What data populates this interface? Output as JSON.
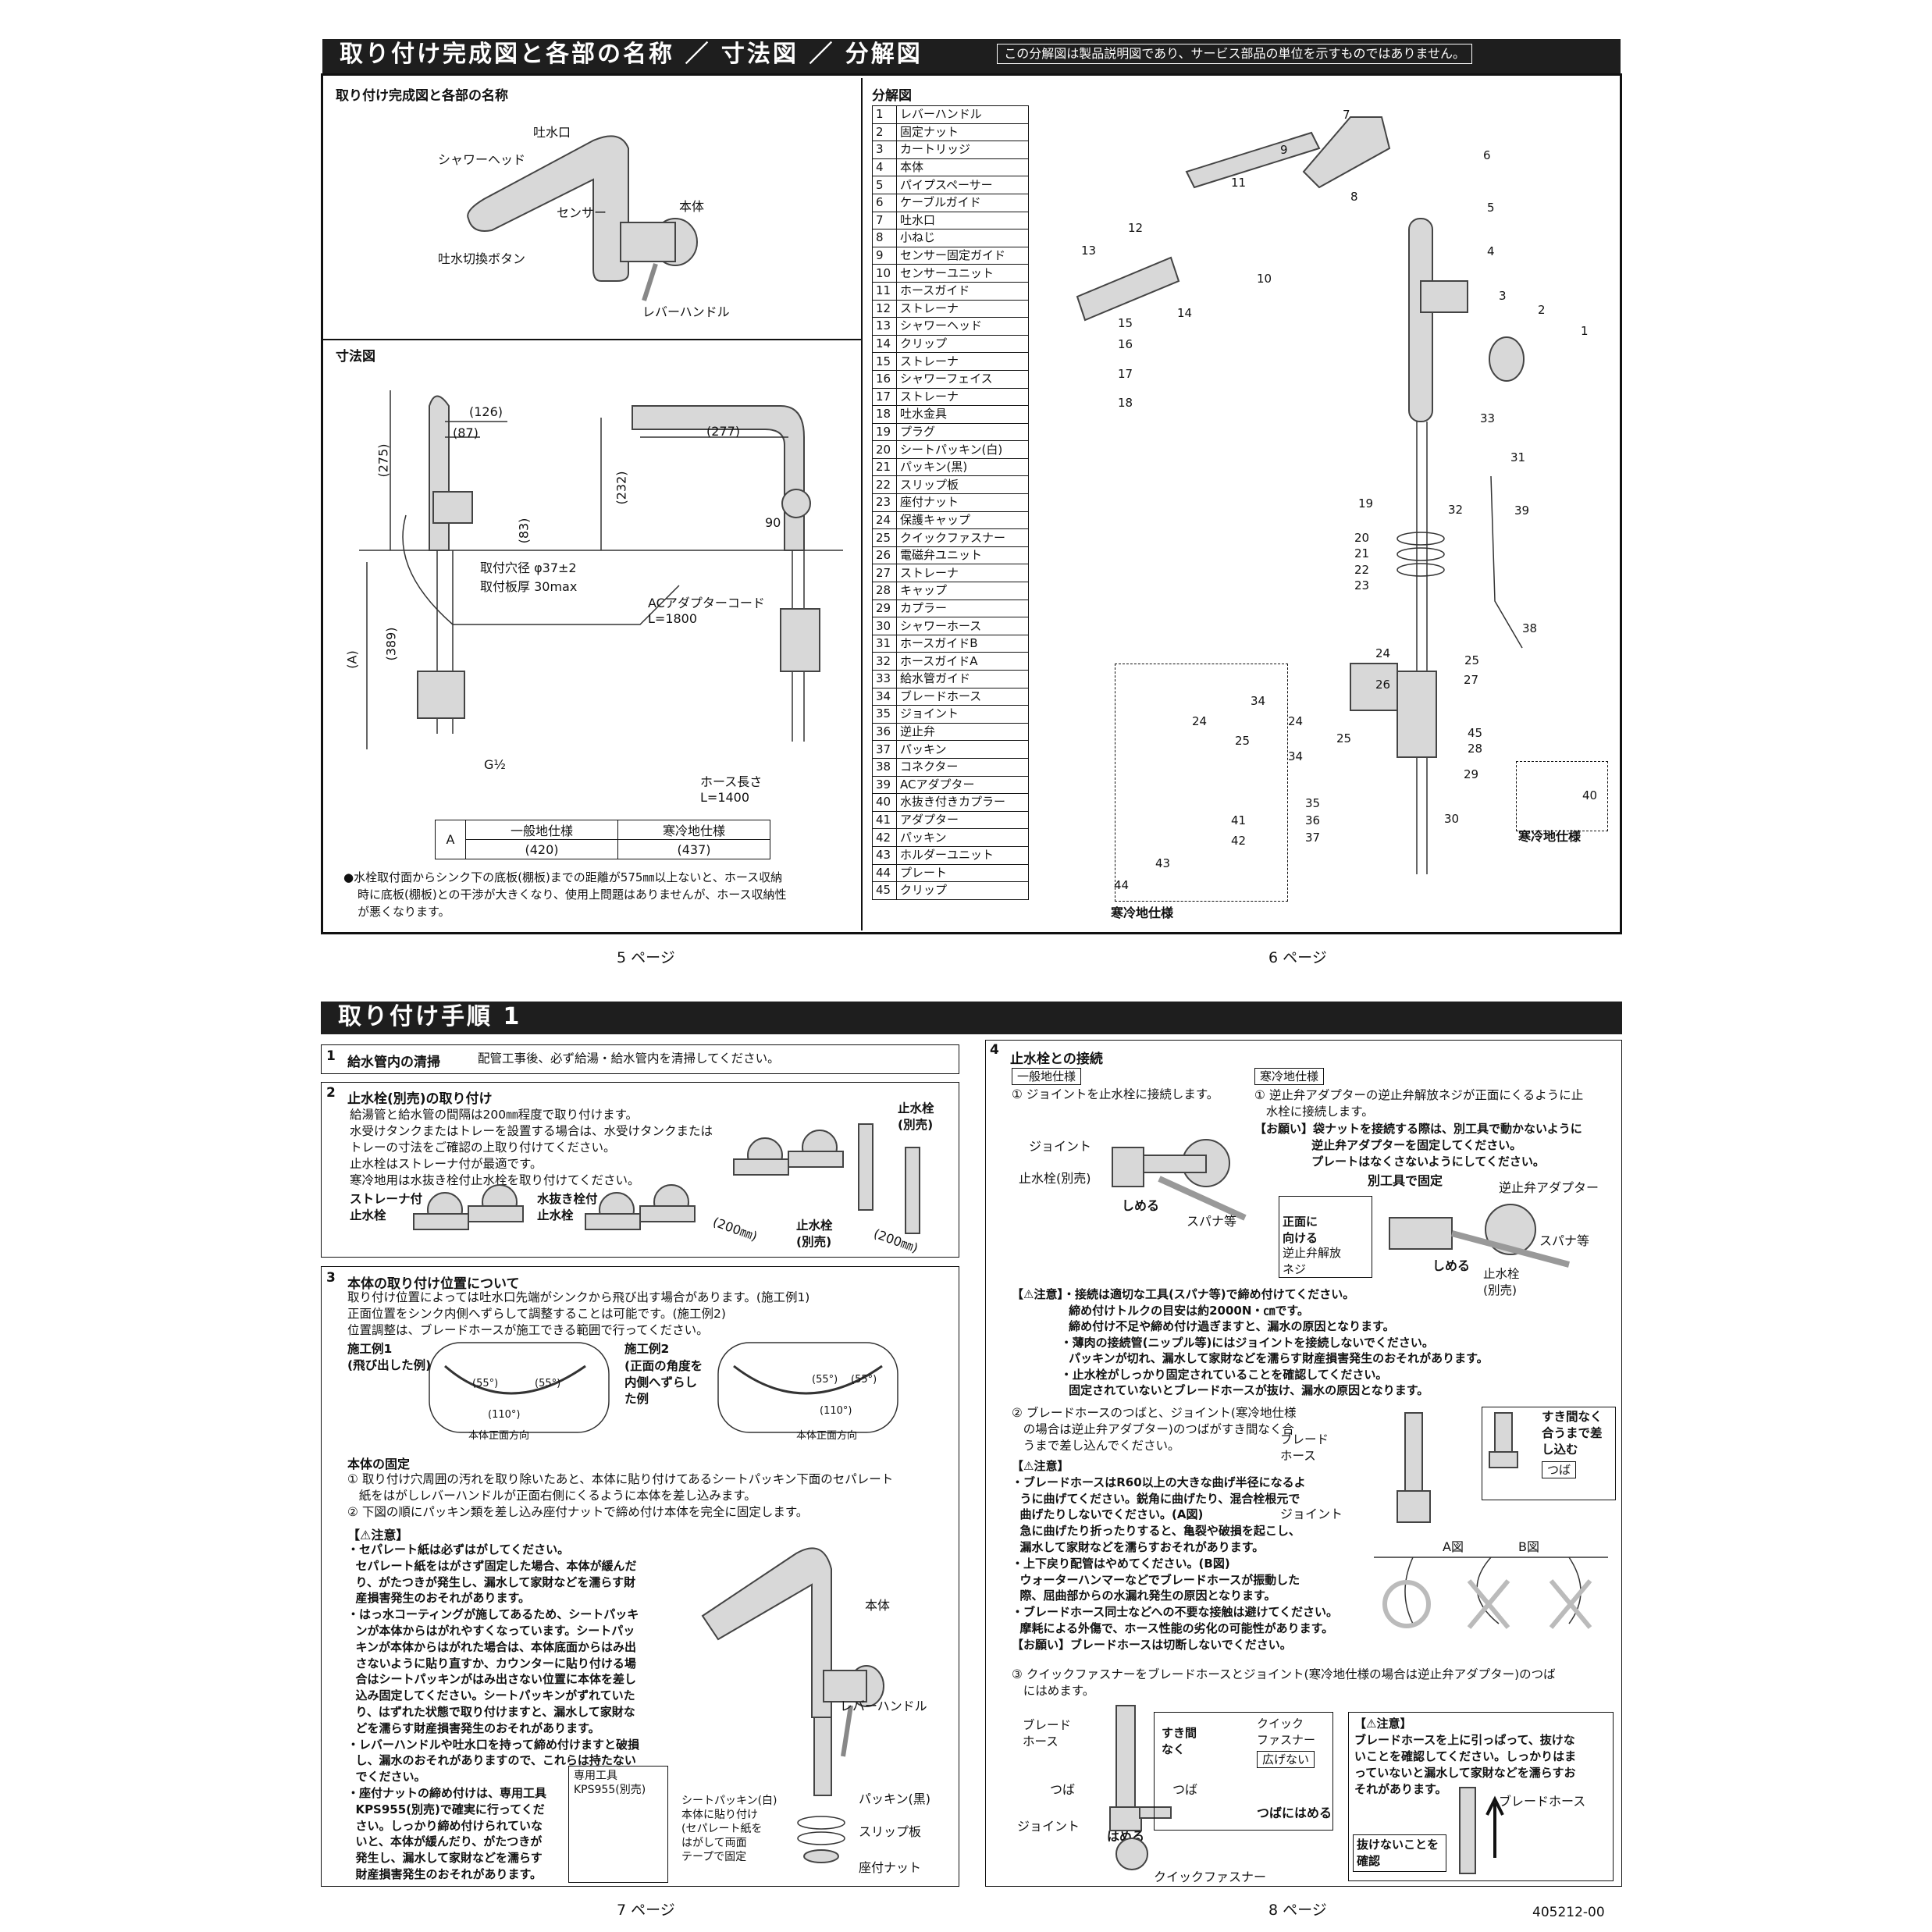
{
  "top": {
    "title": "取り付け完成図と各部の名称 ／ 寸法図 ／ 分解図",
    "note": "この分解図は製品説明図であり、サービス部品の単位を示すものではありません。",
    "names_heading": "取り付け完成図と各部の名称",
    "names": {
      "spout": "吐水口",
      "shower_head": "シャワーヘッド",
      "body": "本体",
      "sensor": "センサー",
      "switch_button": "吐水切換ボタン",
      "lever": "レバーハンドル"
    },
    "dims_heading": "寸法図",
    "dims": {
      "d126": "(126)",
      "d87": "(87)",
      "d275": "(275)",
      "d83": "(83)",
      "d277": "(277)",
      "d232": "(232)",
      "d90": "90",
      "hole": "取付穴径 φ37±2",
      "plate": "取付板厚 30max",
      "d389": "(389)",
      "dA": "(A)",
      "g": "G½",
      "ac_cord": "ACアダプターコード",
      "ac_len": "L=1800",
      "hose_len_label": "ホース長さ",
      "hose_len": "L=1400"
    },
    "spec_table": {
      "row_label": "A",
      "cols": [
        "一般地仕様",
        "寒冷地仕様"
      ],
      "values": [
        "(420)",
        "(437)"
      ]
    },
    "dims_note1": "●水栓取付面からシンク下の底板(棚板)までの距離が575㎜以上ないと、ホース収納",
    "dims_note2": "時に底板(棚板)との干渉が大きくなり、使用上問題はありませんが、ホース収納性",
    "dims_note3": "が悪くなります。",
    "exploded_heading": "分解図",
    "parts": [
      "レバーハンドル",
      "固定ナット",
      "カートリッジ",
      "本体",
      "パイプスペーサー",
      "ケーブルガイド",
      "吐水口",
      "小ねじ",
      "センサー固定ガイド",
      "センサーユニット",
      "ホースガイド",
      "ストレーナ",
      "シャワーヘッド",
      "クリップ",
      "ストレーナ",
      "シャワーフェイス",
      "ストレーナ",
      "吐水金具",
      "プラグ",
      "シートパッキン(白)",
      "パッキン(黒)",
      "スリップ板",
      "座付ナット",
      "保護キャップ",
      "クイックファスナー",
      "電磁弁ユニット",
      "ストレーナ",
      "キャップ",
      "カプラー",
      "シャワーホース",
      "ホースガイドB",
      "ホースガイドA",
      "給水管ガイド",
      "ブレードホース",
      "ジョイント",
      "逆止弁",
      "パッキン",
      "コネクター",
      "ACアダプター",
      "水抜き付きカプラー",
      "アダプター",
      "パッキン",
      "ホルダーユニット",
      "プレート",
      "クリップ"
    ],
    "part_numbers": [
      "1",
      "2",
      "3",
      "4",
      "5",
      "6",
      "7",
      "8",
      "9",
      "10",
      "11",
      "12",
      "13",
      "14",
      "15",
      "16",
      "17",
      "18",
      "19",
      "20",
      "21",
      "22",
      "23",
      "24",
      "25",
      "26",
      "27",
      "28",
      "29",
      "30",
      "31",
      "32",
      "33",
      "34",
      "35",
      "36",
      "37",
      "38",
      "39",
      "40",
      "41",
      "42",
      "43",
      "44",
      "45"
    ],
    "cold_label": "寒冷地仕様",
    "cold_label2": "寒冷地仕様",
    "page5": "5 ページ",
    "page6": "6 ページ"
  },
  "bottom": {
    "title": "取り付け手順 1",
    "step1_num": "1",
    "step1_title": "給水管内の清掃",
    "step1_text": "配管工事後、必ず給湯・給水管内を清掃してください。",
    "step2_num": "2",
    "step2_title": "止水栓(別売)の取り付け",
    "step2_lines": "給湯管と給水管の間隔は200㎜程度で取り付けます。\n水受けタンクまたはトレーを設置する場合は、水受けタンクまたは\nトレーの寸法をご確認の上取り付けてください。\n止水栓はストレーナ付が最適です。\n寒冷地用は水抜き栓付止水栓を取り付けてください。",
    "step2_labels": {
      "strainer": "ストレーナ付\n止水栓",
      "drain": "水抜き栓付\n止水栓",
      "stop_sep": "止水栓\n(別売)",
      "stop_sep2": "止水栓\n(別売)",
      "mm1": "(200㎜)",
      "mm2": "(200㎜)"
    },
    "step3_num": "3",
    "step3_title": "本体の取り付け位置について",
    "step3_lines": "取り付け位置によっては吐水口先端がシンクから飛び出す場合があります。(施工例1)\n正面位置をシンク内側へずらして調整することは可能です。(施工例2)\n位置調整は、ブレードホースが施工できる範囲で行ってください。",
    "ex1": "施工例1\n(飛び出した例)",
    "ex2": "施工例2",
    "ex2_note": "(正面の角度を\n内側へずらし\nた例",
    "angle55": "(55°)",
    "angle110": "(110°)",
    "front_dir": "本体正面方向",
    "fix_title": "本体の固定",
    "fix_lines": "① 取り付け穴周囲の汚れを取り除いたあと、本体に貼り付けてあるシートパッキン下面のセパレート\n   紙をはがしレバーハンドルが正面右側にくるように本体を差し込みます。\n② 下図の順にパッキン類を差し込み座付ナットで締め付け本体を完全に固定します。",
    "caution": "【⚠注意】",
    "caution_lines": "・セパレート紙は必ずはがしてください。\n  セパレート紙をはがさず固定した場合、本体が緩んだ\n  り、がたつきが発生し、漏水して家財などを濡らす財\n  産損害発生のおそれがあります。\n・はっ水コーティングが施してあるため、シートパッキ\n  ンが本体からはがれやすくなっています。シートパッ\n  キンが本体からはがれた場合は、本体底面からはみ出\n  さないように貼り直すか、カウンターに貼り付ける場\n  合はシートパッキンがはみ出さない位置に本体を差し\n  込み固定してください。シートパッキンがずれていた\n  り、はずれた状態で取り付けますと、漏水して家財な\n  どを濡らす財産損害発生のおそれがあります。\n・レバーハンドルや吐水口を持って締め付けますと破損\n  し、漏水のおそれがありますので、これらは持たない\n  でください。\n・座付ナットの締め付けは、専用工具\n  KPS955(別売)で確実に行ってくだ\n  さい。しっかり締め付けられていな\n  いと、本体が緩んだり、がたつきが\n  発生し、漏水して家財などを濡らす\n  財産損害発生のおそれがあります。",
    "tool": "専用工具\nKPS955(別売)",
    "body_label": "本体",
    "lever_label": "レバーハンドル",
    "seat_packing": "シートパッキン(白)\n本体に貼り付け\n(セパレート紙を\nはがして両面\nテープで固定",
    "packing_black": "パッキン(黒)",
    "slip": "スリップ板",
    "nut": "座付ナット",
    "step4_num": "4",
    "step4_title": "止水栓との接続",
    "general": "一般地仕様",
    "cold": "寒冷地仕様",
    "g1": "① ジョイントを止水栓に接続します。",
    "c1": "① 逆止弁アダプターの逆止弁解放ネジが正面にくるように止\n   水栓に接続します。",
    "request1": "【お願い】袋ナットを接続する際は、別工具で動かないように\n              逆止弁アダプターを固定してください。\n              プレートはなくさないようにしてください。",
    "joint": "ジョイント",
    "stop": "止水栓(別売)",
    "tighten": "しめる",
    "spanner": "スパナ等",
    "fix_other": "別工具で固定",
    "check_adapter": "逆止弁アダプター",
    "front_face": "正面に\n向ける",
    "release_screw": "逆止弁解放\nネジ",
    "spanner2": "スパナ等",
    "tighten2": "しめる",
    "stop2": "止水栓\n(別売)",
    "caution2_lines": "【⚠注意】・接続は適切な工具(スパナ等)で締め付けてください。\n              締め付けトルクの目安は約2000N・㎝です。\n              締め付け不足や締め付け過ぎますと、漏水の原因となります。\n            ・薄肉の接続管(ニップル等)にはジョイントを接続しないでください。\n              パッキンが切れ、漏水して家財などを濡らす財産損害発生のおそれがあります。\n            ・止水栓がしっかり固定されていることを確認してください。\n              固定されていないとブレードホースが抜け、漏水の原因となります。",
    "s2_lines": "② ブレードホースのつばと、ジョイント(寒冷地仕様\n   の場合は逆止弁アダプター)のつばがすき間なく合\n   うまで差し込んでください。",
    "caution3_lines": "【⚠注意】\n・ブレードホースはR60以上の大きな曲げ半径になるよ\n  うに曲げてください。鋭角に曲げたり、混合栓根元で\n  曲げたりしないでください。(A図)\n  急に曲げたり折ったりすると、亀裂や破損を起こし、\n  漏水して家財などを濡らすおそれがあります。\n・上下戻り配管はやめてください。(B図)\n  ウォーターハンマーなどでブレードホースが振動した\n  際、屈曲部からの水漏れ発生の原因となります。\n・ブレードホース同士などへの不要な接触は避けてください。\n  摩耗による外傷で、ホース性能の劣化の可能性があります。\n【お願い】ブレードホースは切断しないでください。",
    "braid": "ブレード\nホース",
    "joint2": "ジョイント",
    "no_gap": "すき間なく\n合うまで差\nし込む",
    "tsuba": "つば",
    "figA": "A図",
    "figB": "B図",
    "s3_lines": "③ クイックファスナーをブレードホースとジョイント(寒冷地仕様の場合は逆止弁アダプター)のつば\n   にはめます。",
    "braid2": "ブレード\nホース",
    "tsuba2": "つば",
    "joint3": "ジョイント",
    "hameru": "はめる",
    "quick": "クイックファスナー",
    "no_gap2": "すき間\nなく",
    "quick2": "クイック\nファスナー",
    "no_spread": "広げない",
    "tsuba3": "つば",
    "tsuba_hameru": "つばにはめる",
    "caution4_lines": "【⚠注意】\nブレードホースを上に引っぱって、抜けな\nいことを確認してください。しっかりはま\nっていないと漏水して家財などを濡らすお\nそれがあります。",
    "braid3": "ブレードホース",
    "check_pull": "抜けないことを\n確認",
    "page7": "7 ページ",
    "page8": "8 ページ",
    "doc_no": "405212-00"
  }
}
